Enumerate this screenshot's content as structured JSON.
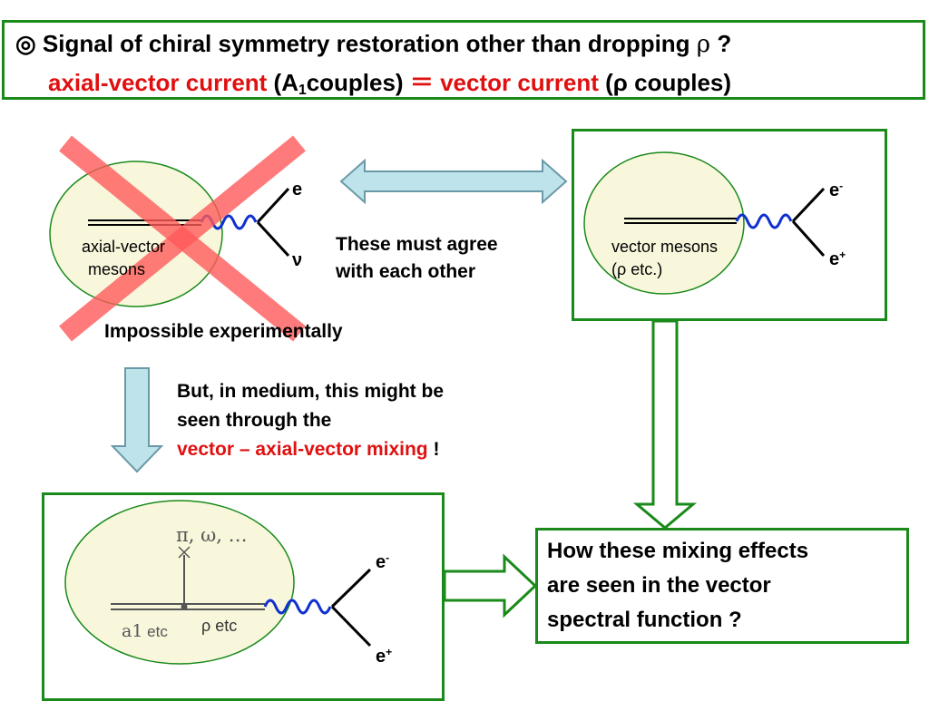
{
  "title": {
    "line1_prefix": "◎ Signal of  chiral symmetry restoration other than dropping ",
    "line1_rho": "ρ",
    "line1_suffix": " ?",
    "line2_axial": "axial-vector current",
    "line2_a1_open": " (A",
    "line2_a1_sub": "1",
    "line2_a1_close": "couples) ",
    "line2_equals": "＝",
    "line2_vector": " vector current",
    "line2_rho_couples": " (ρ couples)"
  },
  "axial_panel": {
    "label_line1": "axial-vector",
    "label_line2": "mesons",
    "lepton_top": "e",
    "lepton_bottom": "ν"
  },
  "agree_text": {
    "line1": "These must  agree",
    "line2": "with each other"
  },
  "vector_panel": {
    "label_line1": "vector mesons",
    "label_line2": "(ρ etc.)",
    "lepton_top": "e",
    "lepton_top_sup": "-",
    "lepton_bottom": "e",
    "lepton_bottom_sup": "+"
  },
  "impossible_text": "Impossible experimentally",
  "medium_text": {
    "line1": "But, in medium, this might be",
    "line2": "seen through the",
    "line3_red": "vector – axial-vector mixing",
    "line3_tail": " !"
  },
  "mixing_panel": {
    "pi_omega": "π, ω, …",
    "a1_label": "a1",
    "a1_etc": " etc",
    "rho_label": "ρ etc",
    "lepton_top": "e",
    "lepton_top_sup": "-",
    "lepton_bottom": "e",
    "lepton_bottom_sup": "+"
  },
  "question_box": {
    "line1": "How these mixing effects",
    "line2": "are seen in the vector",
    "line3": "spectral function ?"
  },
  "colors": {
    "box_border": "#1a8a1a",
    "ellipse_fill": "#f8f7dc",
    "ellipse_stroke": "#1a8a1a",
    "arrow_fill": "#bfe3ea",
    "arrow_stroke": "#6a9aa8",
    "cross": "#ff5a5a",
    "wavy": "#1030d0",
    "accent_red": "#e01010"
  }
}
